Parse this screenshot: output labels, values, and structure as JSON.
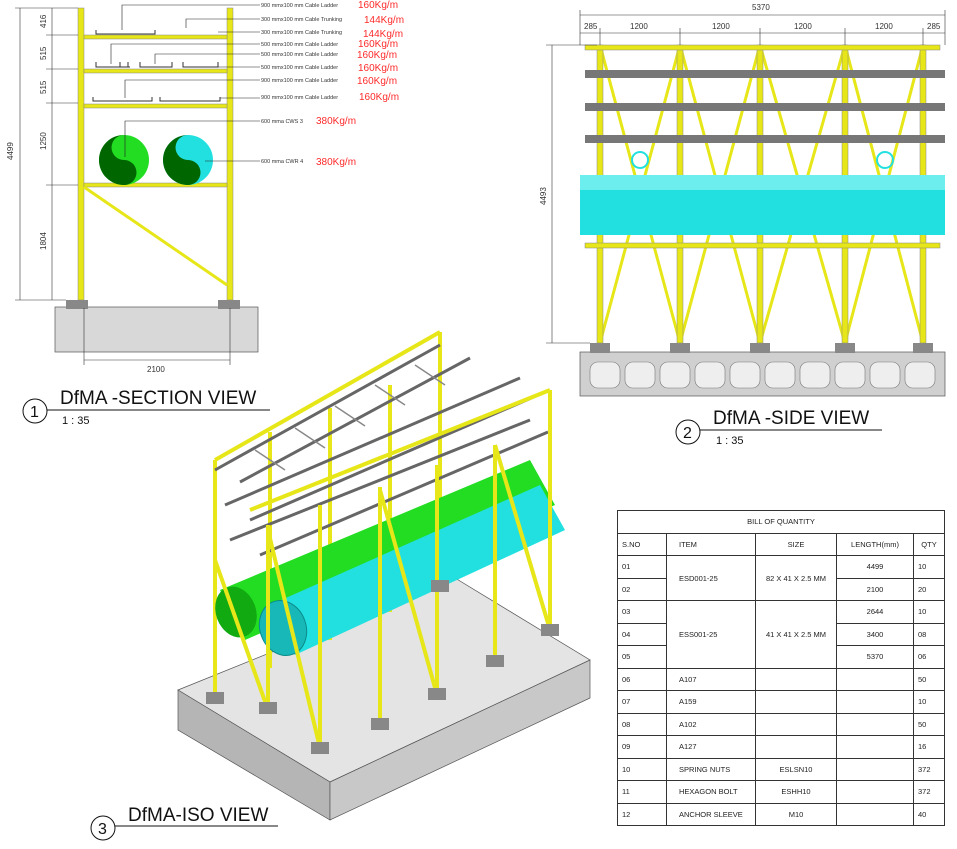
{
  "section_view": {
    "number": "1",
    "title": "DfMA -SECTION VIEW",
    "scale": "1 : 35",
    "dimensions": {
      "total_height": "4499",
      "segments": [
        "416",
        "515",
        "515",
        "1250",
        "1804"
      ],
      "width": "2100"
    },
    "callouts": [
      {
        "text": "900 mmx100 mm Cable Ladder",
        "load": "160Kg/m"
      },
      {
        "text": "300 mmx100 mm Cable Trunking",
        "load": "144Kg/m"
      },
      {
        "text": "300 mmx100 mm Cable Trunking",
        "load": "144Kg/m"
      },
      {
        "text": "500 mmx100 mm Cable Ladder",
        "load": "160Kg/m"
      },
      {
        "text": "500 mmx100 mm Cable Ladder",
        "load": "160Kg/m"
      },
      {
        "text": "500 mmx100 mm Cable Ladder",
        "load": "160Kg/m"
      },
      {
        "text": "900 mmx100 mm Cable Ladder",
        "load": "160Kg/m"
      },
      {
        "text": "900 mmx100 mm Cable Ladder",
        "load": "160Kg/m"
      },
      {
        "text": "600 mma CWS 3",
        "load": "380Kg/m"
      },
      {
        "text": "600 mma CWR 4",
        "load": "380Kg/m"
      }
    ]
  },
  "side_view": {
    "number": "2",
    "title": "DfMA -SIDE VIEW",
    "scale": "1 : 35",
    "dimensions": {
      "total_length": "5370",
      "segments": [
        "285",
        "1200",
        "1200",
        "1200",
        "1200",
        "285"
      ],
      "height": "4493"
    }
  },
  "iso_view": {
    "number": "3",
    "title": "DfMA-ISO VIEW"
  },
  "colors": {
    "steel": "#e6e619",
    "pipe_cws": "#22dd22",
    "pipe_cwr": "#22e0e0",
    "tray": "#7a7a7a",
    "load_text": "#ff2a2a"
  },
  "bill_of_quantity": {
    "title": "BILL OF QUANTITY",
    "headers": [
      "S.NO",
      "ITEM",
      "SIZE",
      "LENGTH(mm)",
      "QTY"
    ],
    "groups": [
      {
        "item": "ESD001-25",
        "size": "82 X 41 X 2.5 MM",
        "rows": [
          {
            "sno": "01",
            "length": "4499",
            "qty": "10"
          },
          {
            "sno": "02",
            "length": "2100",
            "qty": "20"
          }
        ]
      },
      {
        "item": "ESS001-25",
        "size": "41 X 41 X 2.5 MM",
        "rows": [
          {
            "sno": "03",
            "length": "2644",
            "qty": "10"
          },
          {
            "sno": "04",
            "length": "3400",
            "qty": "08"
          },
          {
            "sno": "05",
            "length": "5370",
            "qty": "06"
          }
        ]
      }
    ],
    "rows": [
      {
        "sno": "06",
        "item": "A107",
        "size": "",
        "length": "",
        "qty": "50"
      },
      {
        "sno": "07",
        "item": "A159",
        "size": "",
        "length": "",
        "qty": "10"
      },
      {
        "sno": "08",
        "item": "A102",
        "size": "",
        "length": "",
        "qty": "50"
      },
      {
        "sno": "09",
        "item": "A127",
        "size": "",
        "length": "",
        "qty": "16"
      },
      {
        "sno": "10",
        "item": "SPRING NUTS",
        "size": "ESLSN10",
        "length": "",
        "qty": "372"
      },
      {
        "sno": "11",
        "item": "HEXAGON BOLT",
        "size": "ESHH10",
        "length": "",
        "qty": "372"
      },
      {
        "sno": "12",
        "item": "ANCHOR SLEEVE",
        "size": "M10",
        "length": "",
        "qty": "40"
      }
    ]
  }
}
